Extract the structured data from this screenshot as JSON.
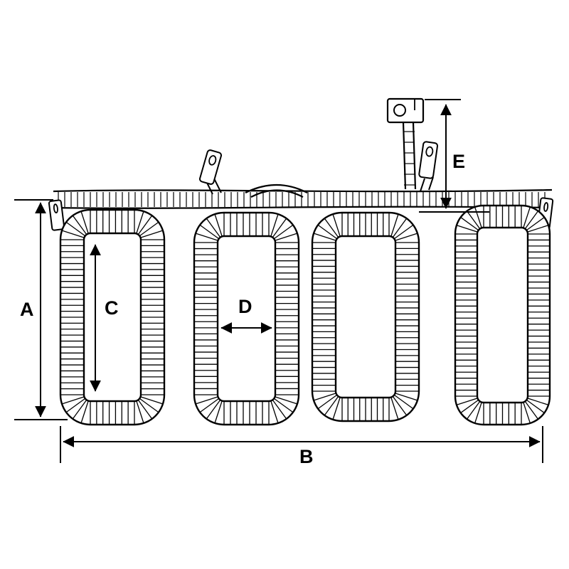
{
  "diagram": {
    "background_color": "#ffffff",
    "line_color": "#000000",
    "dimension_labels": {
      "a": "A",
      "b": "B",
      "c": "C",
      "d": "D",
      "e": "E"
    }
  }
}
